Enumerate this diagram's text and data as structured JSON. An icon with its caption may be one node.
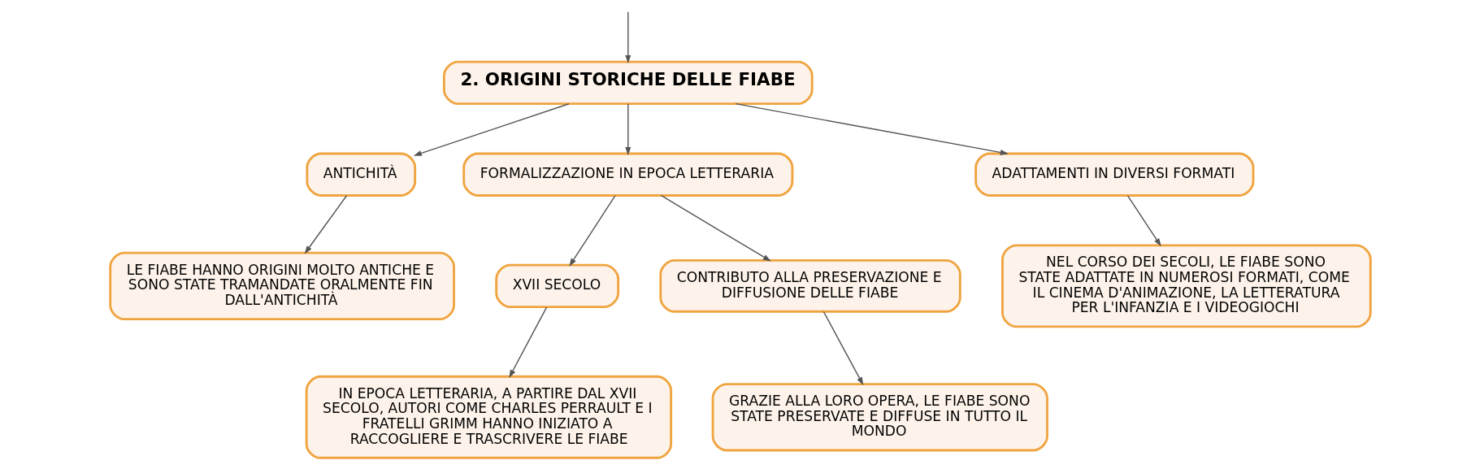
{
  "diagram": {
    "nodes": [
      {
        "text": [
          "2. ORIGINI STORICHE DELLE FIABE"
        ]
      },
      {
        "text": [
          "ANTICHITÀ"
        ]
      },
      {
        "text": [
          "FORMALIZZAZIONE IN EPOCA LETTERARIA"
        ]
      },
      {
        "text": [
          "ADATTAMENTI IN DIVERSI FORMATI"
        ]
      },
      {
        "text": [
          "LE FIABE HANNO ORIGINI MOLTO ANTICHE E SONO STATE TRAMANDATE ORALMENTE FIN DALL'ANTICHITÀ"
        ]
      },
      {
        "text": [
          "XVII SECOLO"
        ]
      },
      {
        "text": [
          "CONTRIBUTO ALLA PRESERVAZIONE E DIFFUSIONE DELLE FIABE"
        ]
      },
      {
        "text": [
          "NEL CORSO DEI SECOLI, LE FIABE SONO STATE ADATTATE IN NUMEROSI FORMATI, COME IL CINEMA D'ANIMAZIONE, LA LETTERATURA PER L'INFANZIA E I VIDEOGIOCHI"
        ]
      },
      {
        "text": [
          "IN EPOCA LETTERARIA, A PARTIRE DAL XVII SECOLO, AUTORI COME CHARLES PERRAULT E I FRATELLI GRIMM HANNO INIZIATO A RACCOGLIERE E TRASCRIVERE LE FIABE"
        ]
      },
      {
        "text": [
          "GRAZIE ALLA LORO OPERA, LE FIABE SONO STATE PRESERVATE E DIFFUSE IN TUTTO IL MONDO"
        ]
      }
    ],
    "edges": [
      {
        "from": null,
        "to": 0,
        "arrow": "to"
      },
      {
        "from": 0,
        "to": 1,
        "arrow": "to"
      },
      {
        "from": 0,
        "to": 2,
        "arrow": "to"
      },
      {
        "from": 0,
        "to": 3,
        "arrow": "to"
      },
      {
        "from": 1,
        "to": 4,
        "arrow": "to"
      },
      {
        "from": 2,
        "to": 5,
        "arrow": "to"
      },
      {
        "from": 2,
        "to": 6,
        "arrow": "to"
      },
      {
        "from": 3,
        "to": 7,
        "arrow": "to"
      },
      {
        "from": 5,
        "to": 8,
        "arrow": "to"
      },
      {
        "from": 6,
        "to": 9,
        "arrow": "to"
      }
    ]
  }
}
